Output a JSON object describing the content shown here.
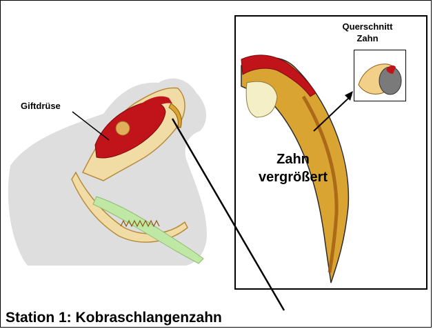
{
  "labels": {
    "venom_gland": "Giftdrüse",
    "cross_section_line1": "Querschnitt",
    "cross_section_line2": "Zahn",
    "tooth_enlarged_line1": "Zahn",
    "tooth_enlarged_line2": "vergrößert",
    "station_title": "Station 1: Kobraschlangenzahn"
  },
  "colors": {
    "venom_red": "#c0141a",
    "bone": "#e9c27a",
    "tooth_gold": "#d9a431",
    "head_gray": "#c8c8c8",
    "green_structure": "#bfe8a5"
  }
}
